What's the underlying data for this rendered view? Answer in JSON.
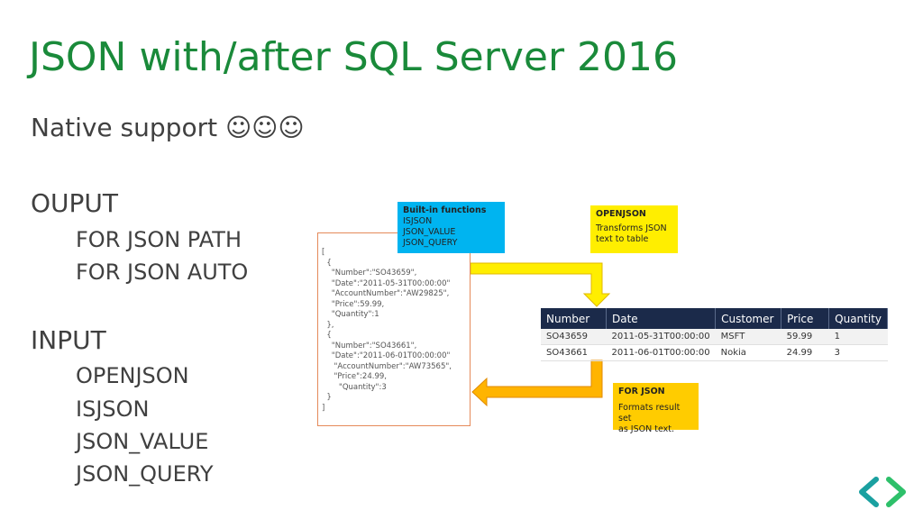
{
  "title": "JSON with/after SQL Server 2016",
  "subtitle": "Native support ☺☺☺",
  "output": {
    "heading": "OUPUT",
    "items": [
      "FOR JSON PATH",
      "FOR JSON AUTO"
    ]
  },
  "input": {
    "heading": "INPUT",
    "items": [
      "OPENJSON",
      "ISJSON",
      "JSON_VALUE",
      "JSON_QUERY"
    ]
  },
  "json_sample": [
    "[",
    "  {",
    "    \"Number\":\"SO43659\",",
    "    \"Date\":\"2011-05-31T00:00:00\"",
    "    \"AccountNumber\":\"AW29825\",",
    "    \"Price\":59.99,",
    "    \"Quantity\":1",
    "  },",
    "  {",
    "    \"Number\":\"SO43661\",",
    "    \"Date\":\"2011-06-01T00:00:00\"",
    "     \"AccountNumber\":\"AW73565\",",
    "     \"Price\":24.99,",
    "       \"Quantity\":3",
    "  }",
    "]"
  ],
  "callouts": {
    "builtin": {
      "title": "Built-in functions",
      "lines": [
        "ISJSON",
        "JSON_VALUE",
        "JSON_QUERY"
      ],
      "color": "#00b4f0"
    },
    "openjson": {
      "title": "OPENJSON",
      "lines": [
        "Transforms JSON",
        "text to table"
      ],
      "color": "#ffee00"
    },
    "forjson": {
      "title": "FOR JSON",
      "lines": [
        "Formats result set",
        "as JSON text."
      ],
      "color": "#ffcc00"
    }
  },
  "table": {
    "headers": [
      "Number",
      "Date",
      "Customer",
      "Price",
      "Quantity"
    ],
    "rows": [
      [
        "SO43659",
        "2011-05-31T00:00:00",
        "MSFT",
        "59.99",
        "1"
      ],
      [
        "SO43661",
        "2011-06-01T00:00:00",
        "Nokia",
        "24.99",
        "3"
      ]
    ],
    "header_color": "#1b2a4a"
  },
  "colors": {
    "title": "#1a8a3a",
    "body_text": "#404040",
    "arrow_yellow": "#ffee00",
    "arrow_orange": "#ffb400",
    "nav": "#1aa0a0"
  },
  "nav_icons": [
    "chevron-left-icon",
    "chevron-right-icon"
  ]
}
